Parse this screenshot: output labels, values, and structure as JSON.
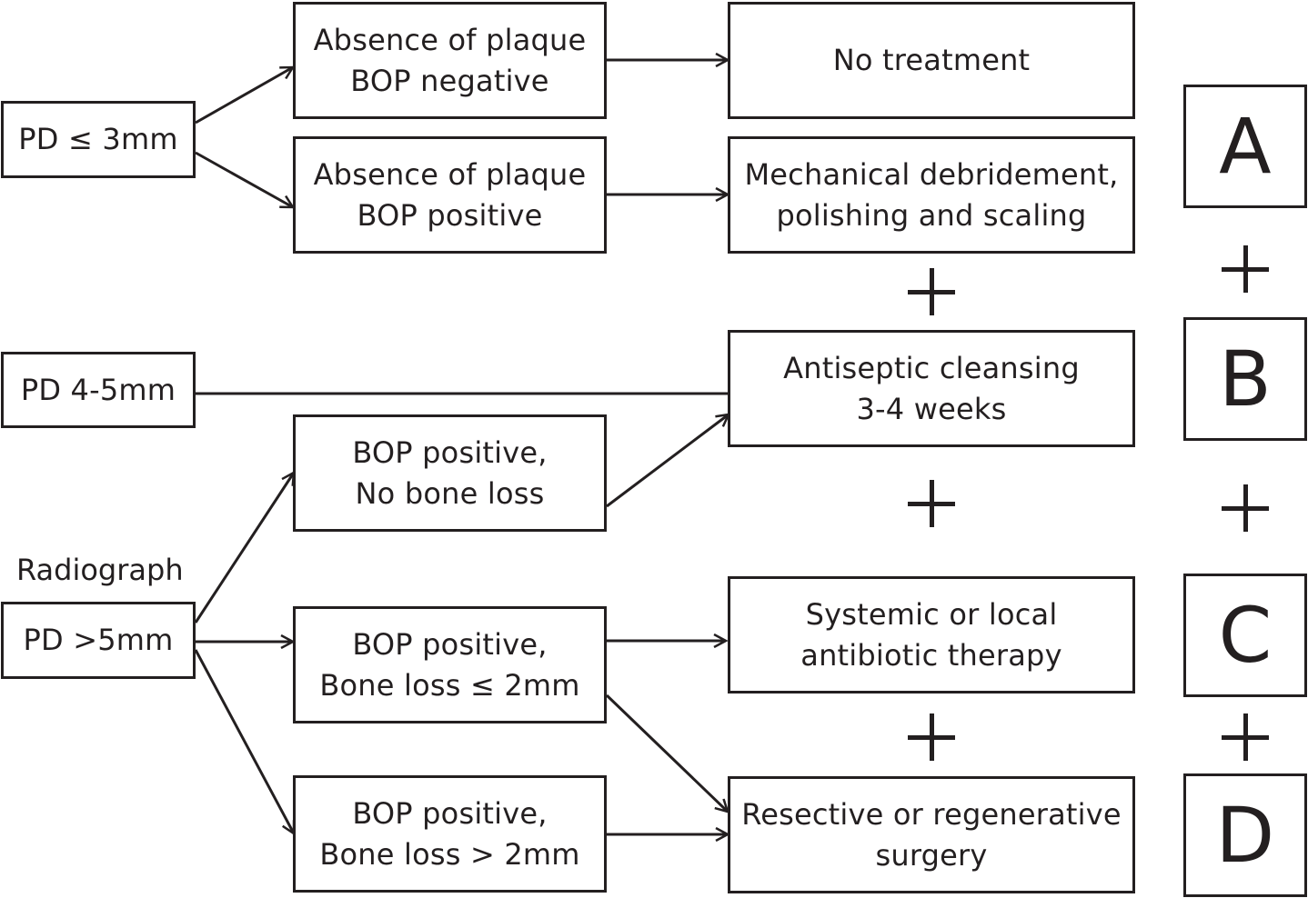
{
  "left": {
    "pd_small": "PD ≤ 3mm",
    "pd_mid": "PD 4-5mm",
    "radiograph": "Radiograph",
    "pd_large": "PD >5mm"
  },
  "middle": {
    "plaque_negative": "Absence of plaque\nBOP negative",
    "plaque_positive": "Absence of plaque\nBOP positive",
    "no_bone_loss": "BOP positive,\nNo bone loss",
    "bone_loss_small": "BOP positive,\nBone loss ≤ 2mm",
    "bone_loss_large": "BOP positive,\nBone loss > 2mm"
  },
  "treatments": {
    "none": "No treatment",
    "mechanical": "Mechanical debridement,\npolishing and scaling",
    "antiseptic": "Antiseptic cleansing\n3-4 weeks",
    "antibiotic": "Systemic or local\nantibiotic therapy",
    "surgery": "Resective or regenerative\nsurgery"
  },
  "protocol_letters": [
    "A",
    "B",
    "C",
    "D"
  ]
}
